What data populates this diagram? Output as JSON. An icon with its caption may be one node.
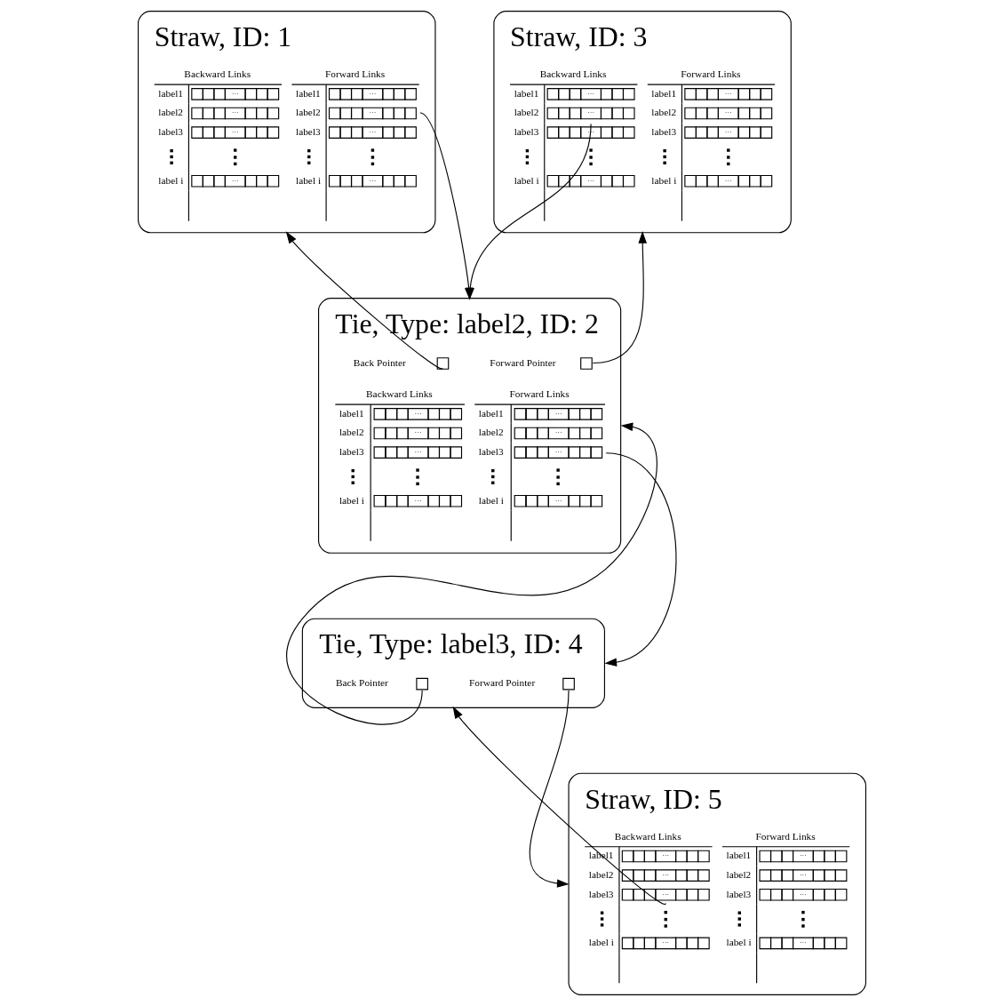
{
  "diagram": {
    "nodes": [
      {
        "text": [
          "Straw, ID: 1",
          "Backward Links",
          "label1",
          "···",
          "label2",
          "···",
          "label3",
          "···",
          "label i",
          "···",
          "Forward Links",
          "label1",
          "···",
          "label2",
          "···",
          "label3",
          "···",
          "label i",
          "···"
        ]
      },
      {
        "text": [
          "Straw, ID: 3",
          "Backward Links",
          "label1",
          "···",
          "label2",
          "···",
          "label3",
          "···",
          "label i",
          "···",
          "Forward Links",
          "label1",
          "···",
          "label2",
          "···",
          "label3",
          "···",
          "label i",
          "···"
        ]
      },
      {
        "text": [
          "Tie, Type: label2, ID: 2",
          "Back Pointer",
          "Forward Pointer",
          "Backward Links",
          "label1",
          "···",
          "label2",
          "···",
          "label3",
          "···",
          "label i",
          "···",
          "Forward Links",
          "label1",
          "···",
          "label2",
          "···",
          "label3",
          "···",
          "label i",
          "···"
        ]
      },
      {
        "text": [
          "Tie, Type: label3, ID: 4",
          "Back Pointer",
          "Forward Pointer"
        ]
      },
      {
        "text": [
          "Straw, ID: 5",
          "Backward Links",
          "label1",
          "···",
          "label2",
          "···",
          "label3",
          "···",
          "label i",
          "···",
          "Forward Links",
          "label1",
          "···",
          "label2",
          "···",
          "label3",
          "···",
          "label i",
          "···"
        ]
      }
    ],
    "edges": [
      {
        "from": 0,
        "to": 2,
        "arrow": "to"
      },
      {
        "from": 1,
        "to": 2,
        "arrow": "to"
      },
      {
        "from": 2,
        "to": 0,
        "arrow": "to"
      },
      {
        "from": 2,
        "to": 1,
        "arrow": "to"
      },
      {
        "from": 2,
        "to": 3,
        "arrow": "to"
      },
      {
        "from": 3,
        "to": 2,
        "arrow": "to"
      },
      {
        "from": 3,
        "to": 4,
        "arrow": "to"
      },
      {
        "from": 4,
        "to": 3,
        "arrow": "to"
      }
    ]
  }
}
